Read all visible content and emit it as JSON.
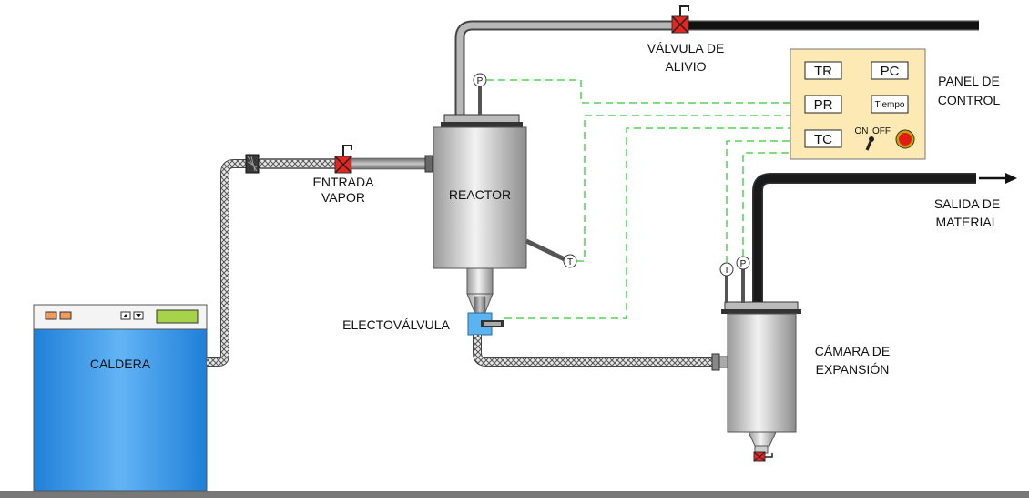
{
  "labels": {
    "caldera": "CALDERA",
    "entrada_line1": "ENTRADA",
    "entrada_line2": "VAPOR",
    "reactor": "REACTOR",
    "electrovalvula": "ELECTOVÁLVULA",
    "valvula_line1": "VÁLVULA DE",
    "valvula_line2": "ALIVIO",
    "panel_line1": "PANEL DE",
    "panel_line2": "CONTROL",
    "salida_line1": "SALIDA DE",
    "salida_line2": "MATERIAL",
    "camara_line1": "CÁMARA DE",
    "camara_line2": "EXPANSIÓN"
  },
  "panel": {
    "tr": "TR",
    "pc": "PC",
    "pr": "PR",
    "tiempo": "Tiempo",
    "tc": "TC",
    "on": "ON",
    "off": "OFF"
  },
  "gauges": {
    "pressure": "P",
    "temperature": "T"
  },
  "colors": {
    "boiler_blue": "#2c8fe6",
    "signal_green": "#33cc33",
    "valve_red": "#e52620",
    "panel_fill": "#fde9b3",
    "pipe_gray": "#8a8a8a",
    "electrovalve_blue": "#5ab4f0"
  }
}
